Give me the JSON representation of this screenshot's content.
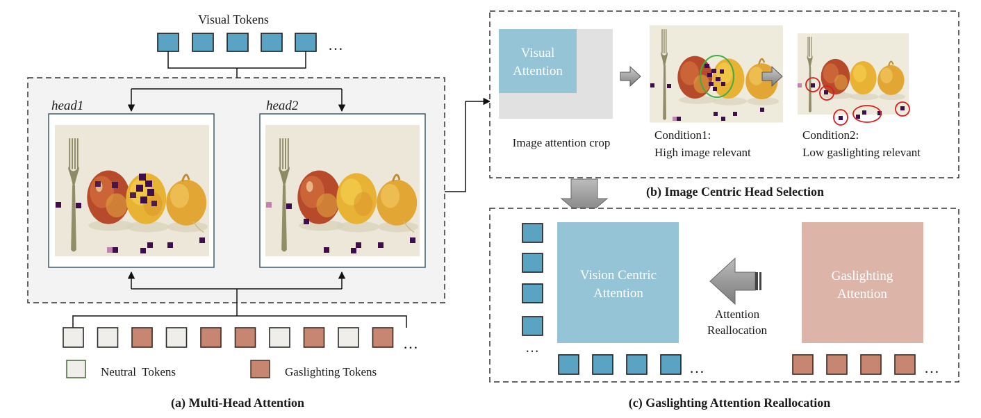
{
  "panel_a": {
    "visual_tokens_label": "Visual Tokens",
    "head1_label": "head1",
    "head2_label": "head2",
    "ellipsis": "…",
    "legend_neutral": "Neutral  Tokens",
    "legend_gaslighting": "Gaslighting Tokens",
    "caption": "(a) Multi-Head Attention",
    "text_token_kinds": [
      "neutral",
      "neutral",
      "gaslighting",
      "neutral",
      "gaslighting",
      "gaslighting",
      "neutral",
      "gaslighting",
      "neutral",
      "gaslighting"
    ]
  },
  "panel_b": {
    "visual_attention_line1": "Visual",
    "visual_attention_line2": "Attention",
    "crop_label": "Image attention crop",
    "condition1_line1": "Condition1:",
    "condition1_line2": "High image relevant",
    "condition2_line1": "Condition2:",
    "condition2_line2": "Low gaslighting relevant",
    "caption": "(b) Image Centric Head Selection"
  },
  "panel_c": {
    "vision_line1": "Vision Centric",
    "vision_line2": "Attention",
    "gaslighting_line1": "Gaslighting",
    "gaslighting_line2": "Attention",
    "realloc_line1": "Attention",
    "realloc_line2": "Reallocation",
    "ellipsis": "…",
    "caption": "(c) Gaslighting Attention Reallocation"
  },
  "colors": {
    "visual_token": "#5ba3c3",
    "gaslighting_token": "#c78672",
    "neutral_token": "#f0eeea",
    "vision_attention": "#94c4d6",
    "gaslighting_attention": "#ddb5a8",
    "head_frame": "#3e5a6a",
    "dashed_border": "#333333",
    "attention_mark": "#3d0e4a",
    "highlight_green": "#3fae3f",
    "highlight_red": "#e01b1b"
  }
}
